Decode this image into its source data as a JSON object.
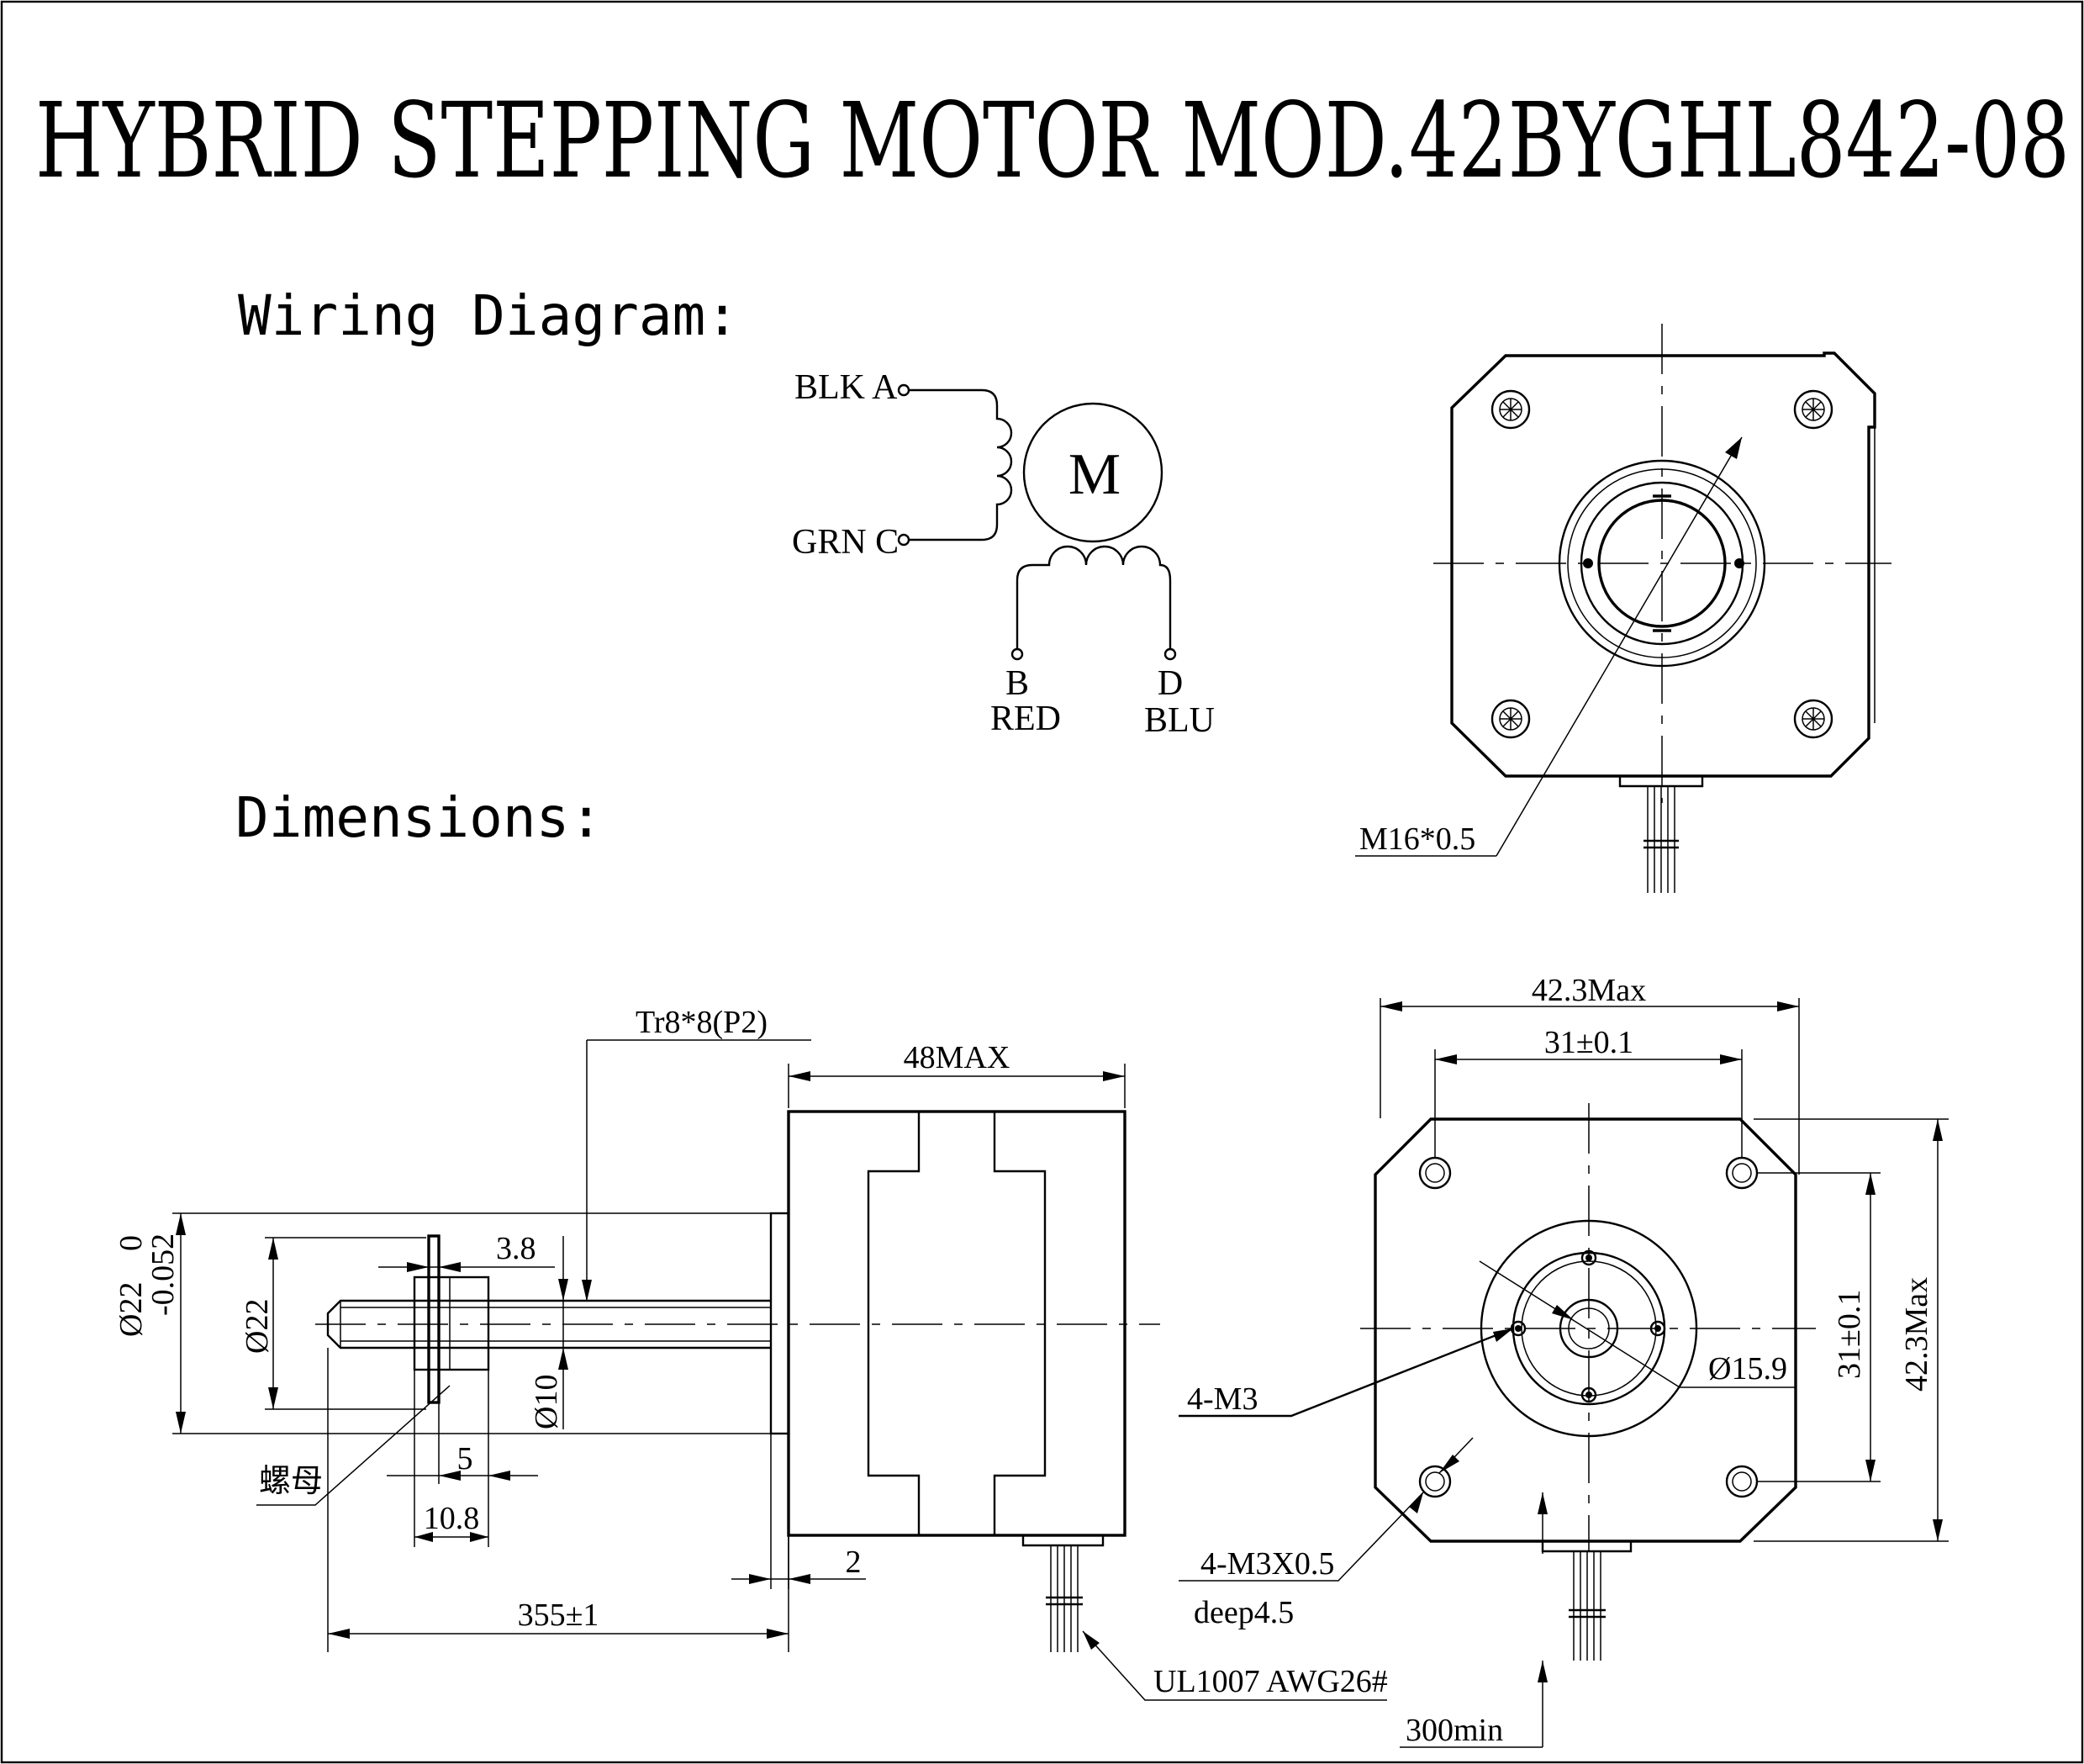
{
  "title": "HYBRID STEPPING MOTOR MOD.42BYGHL842-08",
  "sections": {
    "wiring_heading": "Wiring Diagram:",
    "dimensions_heading": "Dimensions:"
  },
  "wiring": {
    "motor_symbol": "M",
    "coil_a_label": "BLK A",
    "coil_c_label": "GRN C",
    "coil_b_letter": "B",
    "coil_b_color": "RED",
    "coil_d_letter": "D",
    "coil_d_color": "BLU"
  },
  "top_view": {
    "thread_label": "M16*0.5"
  },
  "side_view": {
    "screw_label": "Tr8*8(P2)",
    "body_length": "48MAX",
    "nut_thickness": "3.8",
    "shaft_dia_tol_upper": "0",
    "shaft_dia_tol_lower": "-0.052",
    "shaft_dia": "Ø22",
    "flange_dia": "Ø22",
    "screw_dia": "Ø10",
    "nut_label": "螺母",
    "nut_offset": "5",
    "nut_width": "10.8",
    "boss_height": "2",
    "screw_length": "355±1",
    "cable_label": "UL1007 AWG26#"
  },
  "front_view": {
    "width_max": "42.3Max",
    "hole_spacing_x": "31±0.1",
    "hole_spacing_y": "31±0.1",
    "height_max": "42.3Max",
    "pilot_dia": "Ø15.9",
    "mount_holes": "4-M3",
    "tapped_holes": "4-M3X0.5",
    "tapped_depth": "deep4.5",
    "lead_length": "300min"
  }
}
